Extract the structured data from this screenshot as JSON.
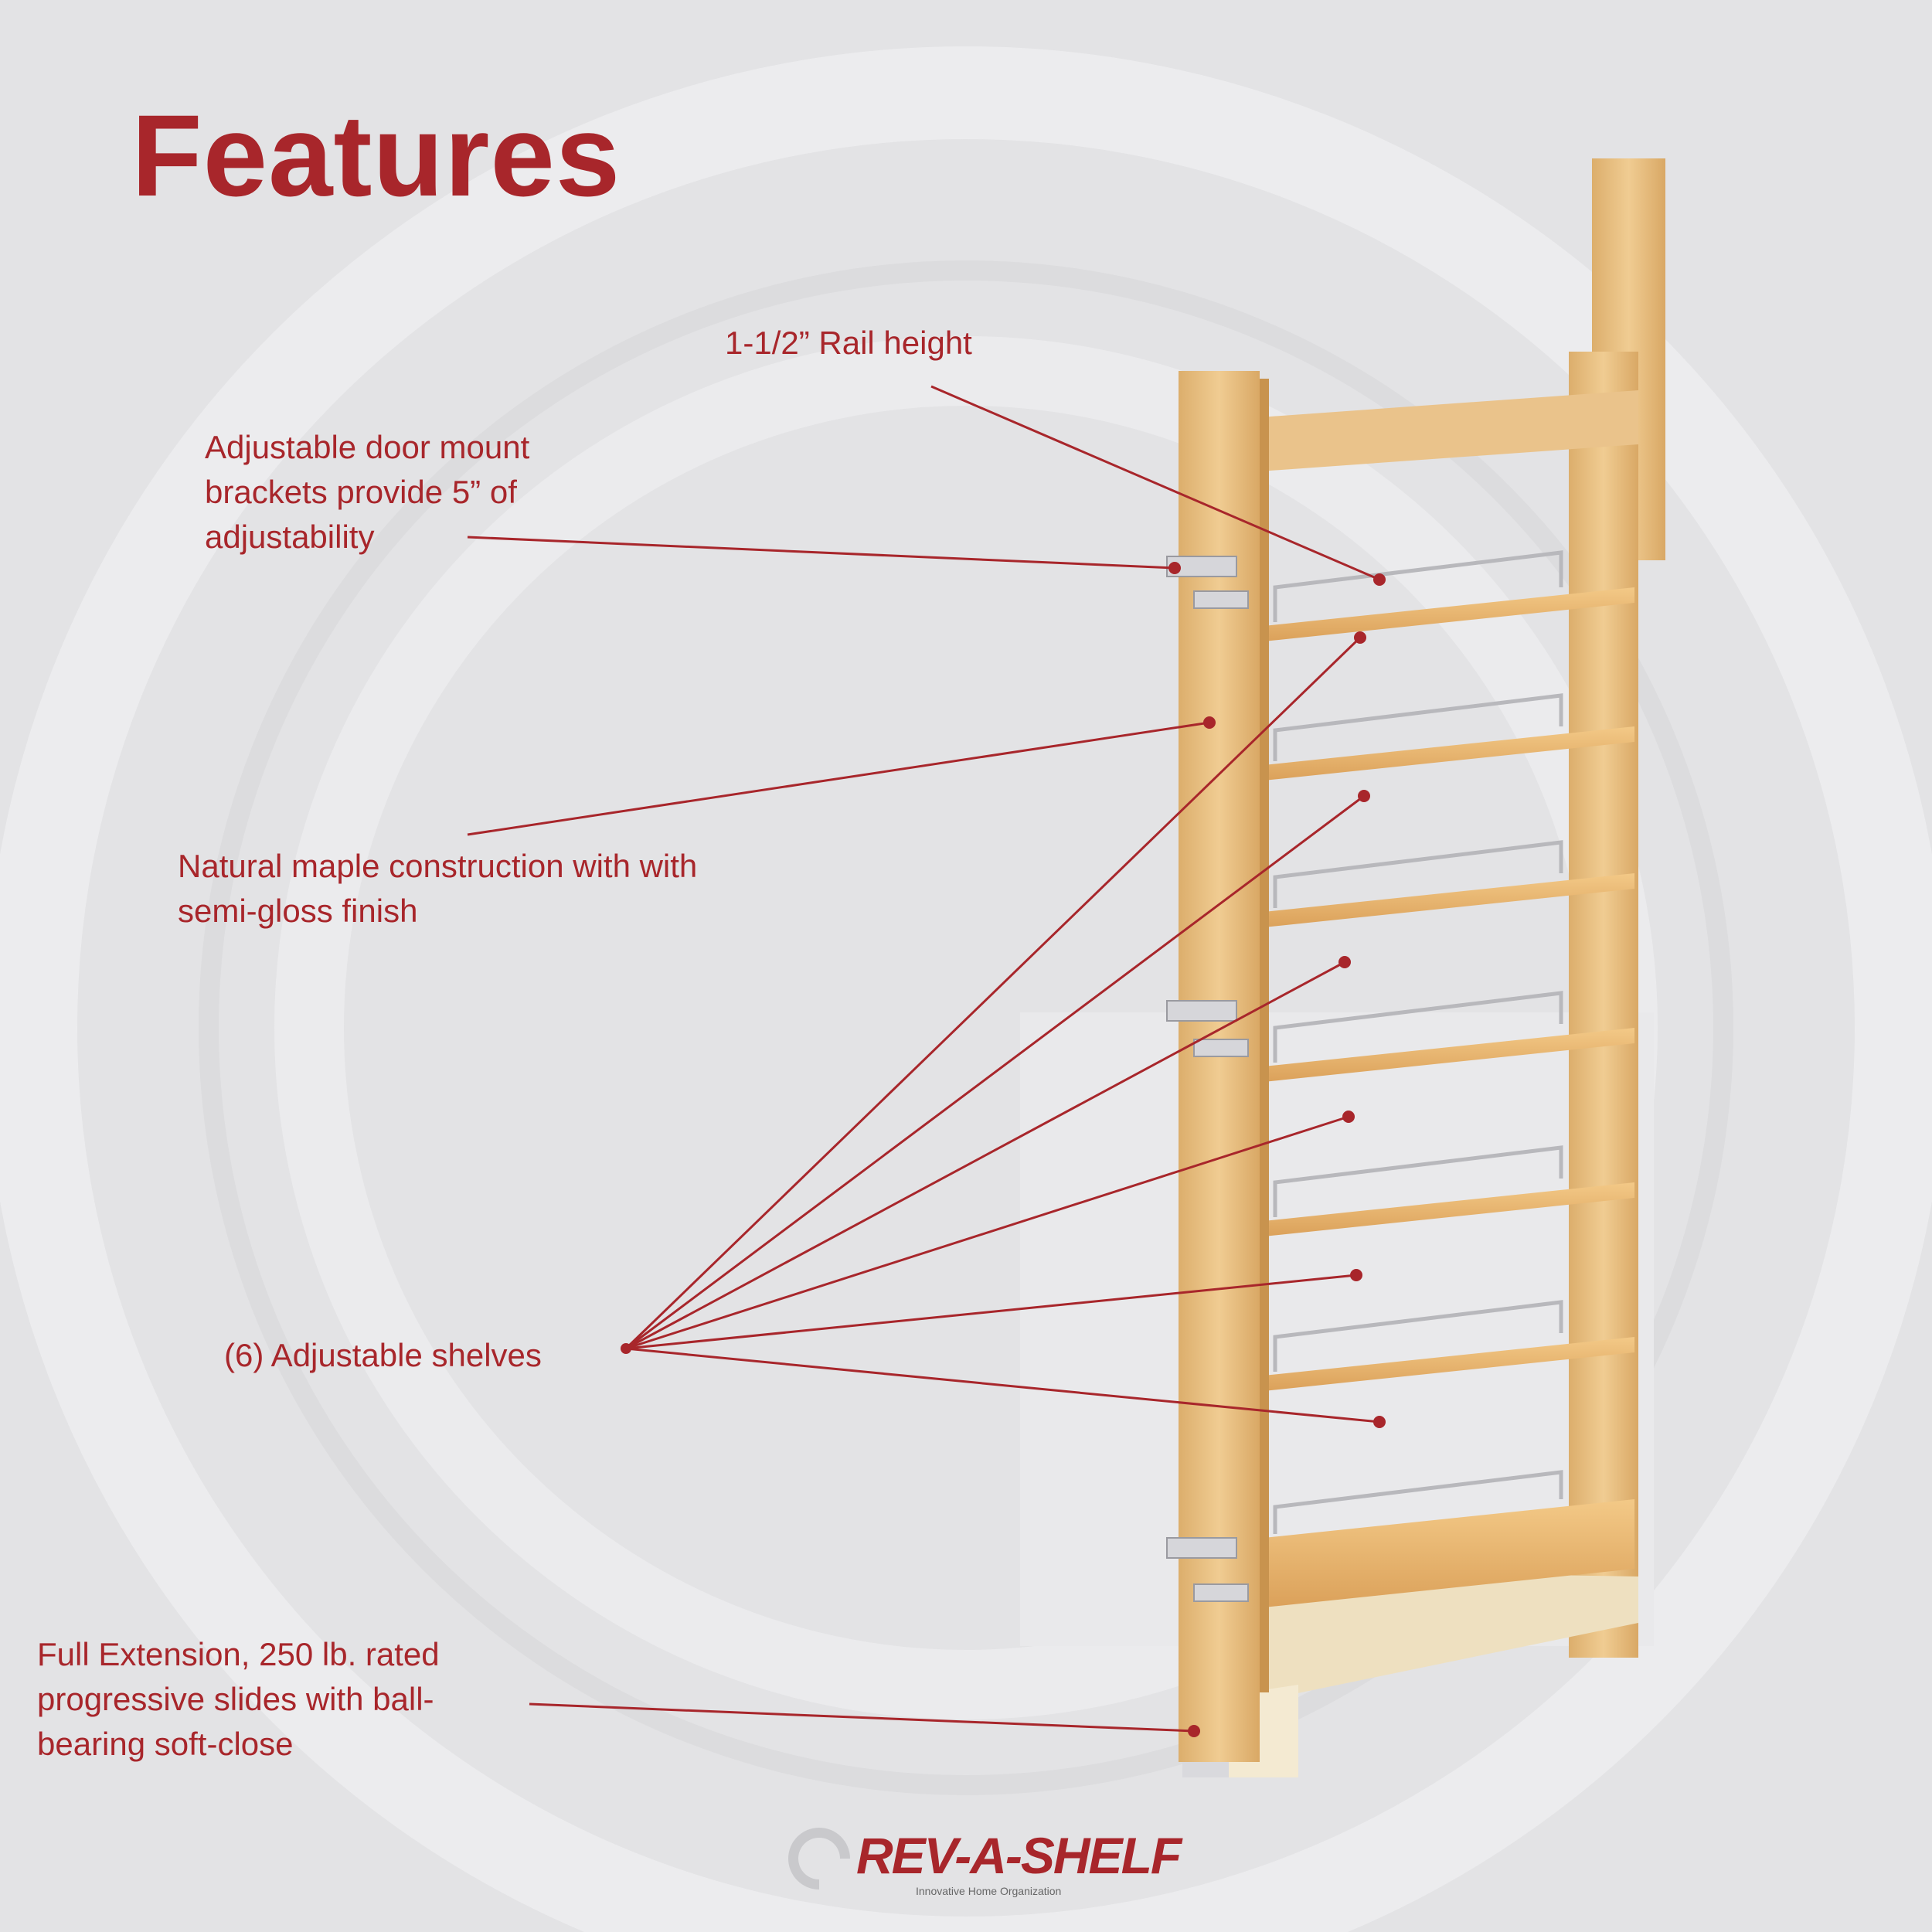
{
  "title": "Features",
  "callouts": {
    "rail_height": "1-1/2” Rail height",
    "door_brackets": [
      "Adjustable door mount",
      "brackets provide 5” of",
      "adjustability"
    ],
    "maple": [
      "Natural maple construction with with",
      "semi-gloss finish"
    ],
    "shelves": "(6) Adjustable shelves",
    "slides": [
      "Full Extension, 250 lb. rated",
      "progressive slides with ball-",
      "bearing soft-close"
    ]
  },
  "logo": {
    "name": "REV-A-SHELF",
    "tagline": "Innovative Home Organization"
  },
  "colors": {
    "accent": "#a8262b",
    "background": "#e3e3e5",
    "wood": "#e9c184"
  }
}
